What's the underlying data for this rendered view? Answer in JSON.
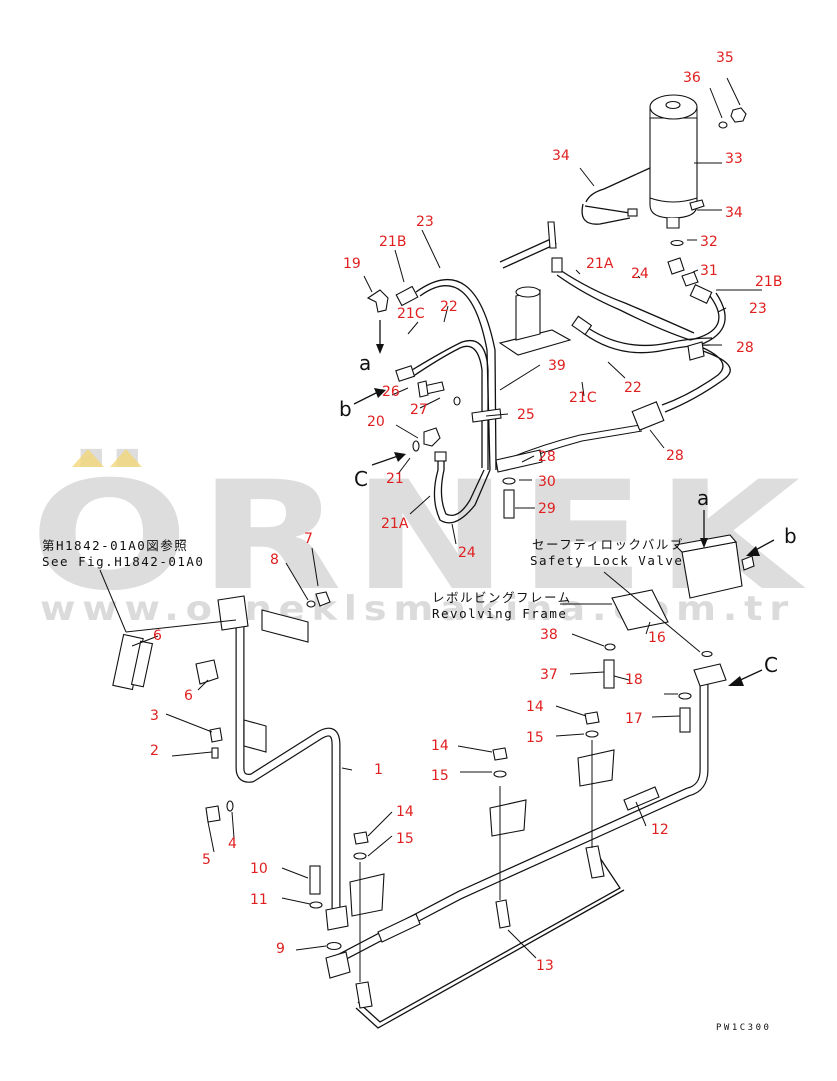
{
  "callouts": [
    {
      "id": "c35",
      "text": "35"
    },
    {
      "id": "c36",
      "text": "36"
    },
    {
      "id": "c34a",
      "text": "34"
    },
    {
      "id": "c33",
      "text": "33"
    },
    {
      "id": "c34b",
      "text": "34"
    },
    {
      "id": "c32",
      "text": "32"
    },
    {
      "id": "c23a",
      "text": "23"
    },
    {
      "id": "c21Ba",
      "text": "21B"
    },
    {
      "id": "c19",
      "text": "19"
    },
    {
      "id": "c21Aa",
      "text": "21A"
    },
    {
      "id": "c24a",
      "text": "24"
    },
    {
      "id": "c31",
      "text": "31"
    },
    {
      "id": "c21Bb",
      "text": "21B"
    },
    {
      "id": "c22a",
      "text": "22"
    },
    {
      "id": "c21Ca",
      "text": "21C"
    },
    {
      "id": "c23b",
      "text": "23"
    },
    {
      "id": "c28a",
      "text": "28"
    },
    {
      "id": "c39",
      "text": "39"
    },
    {
      "id": "c26",
      "text": "26"
    },
    {
      "id": "c27",
      "text": "27"
    },
    {
      "id": "c25",
      "text": "25"
    },
    {
      "id": "c21Cb",
      "text": "21C"
    },
    {
      "id": "c22b",
      "text": "22"
    },
    {
      "id": "c20",
      "text": "20"
    },
    {
      "id": "c28b",
      "text": "28"
    },
    {
      "id": "c28c",
      "text": "28"
    },
    {
      "id": "c21",
      "text": "21"
    },
    {
      "id": "c30",
      "text": "30"
    },
    {
      "id": "c29",
      "text": "29"
    },
    {
      "id": "c21Ab",
      "text": "21A"
    },
    {
      "id": "c24b",
      "text": "24"
    },
    {
      "id": "c7",
      "text": "7"
    },
    {
      "id": "c8",
      "text": "8"
    },
    {
      "id": "c6a",
      "text": "6"
    },
    {
      "id": "c6b",
      "text": "6"
    },
    {
      "id": "c16",
      "text": "16"
    },
    {
      "id": "c38",
      "text": "38"
    },
    {
      "id": "c37",
      "text": "37"
    },
    {
      "id": "c18",
      "text": "18"
    },
    {
      "id": "c17",
      "text": "17"
    },
    {
      "id": "c3",
      "text": "3"
    },
    {
      "id": "c2",
      "text": "2"
    },
    {
      "id": "c14a",
      "text": "14"
    },
    {
      "id": "c15a",
      "text": "15"
    },
    {
      "id": "c14b",
      "text": "14"
    },
    {
      "id": "c15b",
      "text": "15"
    },
    {
      "id": "c1",
      "text": "1"
    },
    {
      "id": "c12",
      "text": "12"
    },
    {
      "id": "c14c",
      "text": "14"
    },
    {
      "id": "c15c",
      "text": "15"
    },
    {
      "id": "c5",
      "text": "5"
    },
    {
      "id": "c4",
      "text": "4"
    },
    {
      "id": "c10",
      "text": "10"
    },
    {
      "id": "c11",
      "text": "11"
    },
    {
      "id": "c9",
      "text": "9"
    },
    {
      "id": "c13",
      "text": "13"
    }
  ],
  "views": {
    "a1": "a",
    "b1": "b",
    "c1": "C",
    "a2": "a",
    "b2": "b",
    "c2": "C"
  },
  "notes": {
    "see_fig_jp": "第H1842-01A0図参照",
    "see_fig_en": "See Fig.H1842-01A0",
    "safety_valve_jp": "セーフティロックバルブ",
    "safety_valve_en": "Safety Lock Valve",
    "frame_jp": "レボルビングフレーム",
    "frame_en": "Revolving Frame"
  },
  "drawing_code": "PW1C300",
  "watermark": {
    "brand": "ÖRNEK",
    "url": "www.orneklsmakina.com.tr"
  },
  "colors": {
    "callout": "#e02020",
    "line": "#111111",
    "watermark": "#c8c8c8",
    "watermark_dots": "#f1d77a"
  }
}
